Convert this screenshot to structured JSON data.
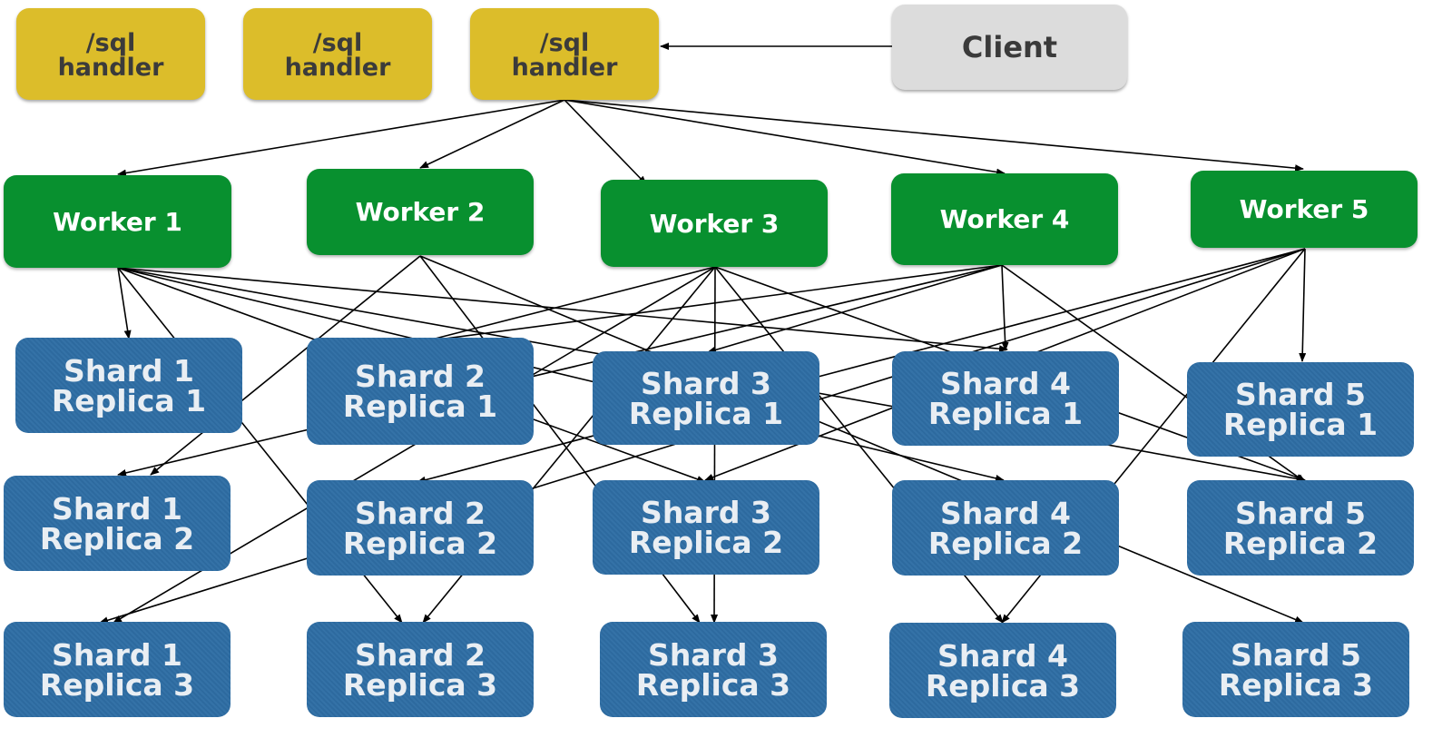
{
  "handlers": [
    {
      "line1": "/sql",
      "line2": "handler"
    },
    {
      "line1": "/sql",
      "line2": "handler"
    },
    {
      "line1": "/sql",
      "line2": "handler"
    }
  ],
  "client": {
    "label": "Client"
  },
  "workers": [
    {
      "label": "Worker 1"
    },
    {
      "label": "Worker 2"
    },
    {
      "label": "Worker 3"
    },
    {
      "label": "Worker 4"
    },
    {
      "label": "Worker 5"
    }
  ],
  "shards": {
    "row1": [
      {
        "line1": "Shard 1",
        "line2": "Replica 1"
      },
      {
        "line1": "Shard 2",
        "line2": "Replica 1"
      },
      {
        "line1": "Shard 3",
        "line2": "Replica 1"
      },
      {
        "line1": "Shard 4",
        "line2": "Replica 1"
      },
      {
        "line1": "Shard 5",
        "line2": "Replica 1"
      }
    ],
    "row2": [
      {
        "line1": "Shard 1",
        "line2": "Replica 2"
      },
      {
        "line1": "Shard 2",
        "line2": "Replica 2"
      },
      {
        "line1": "Shard 3",
        "line2": "Replica 2"
      },
      {
        "line1": "Shard 4",
        "line2": "Replica 2"
      },
      {
        "line1": "Shard 5",
        "line2": "Replica 2"
      }
    ],
    "row3": [
      {
        "line1": "Shard 1",
        "line2": "Replica 3"
      },
      {
        "line1": "Shard 2",
        "line2": "Replica 3"
      },
      {
        "line1": "Shard 3",
        "line2": "Replica 3"
      },
      {
        "line1": "Shard 4",
        "line2": "Replica 3"
      },
      {
        "line1": "Shard 5",
        "line2": "Replica 3"
      }
    ]
  },
  "colors": {
    "handler": "#dcbd2a",
    "client": "#dcdcdc",
    "worker": "#08902f",
    "shard": "#2e6da4",
    "edge": "#000000"
  }
}
